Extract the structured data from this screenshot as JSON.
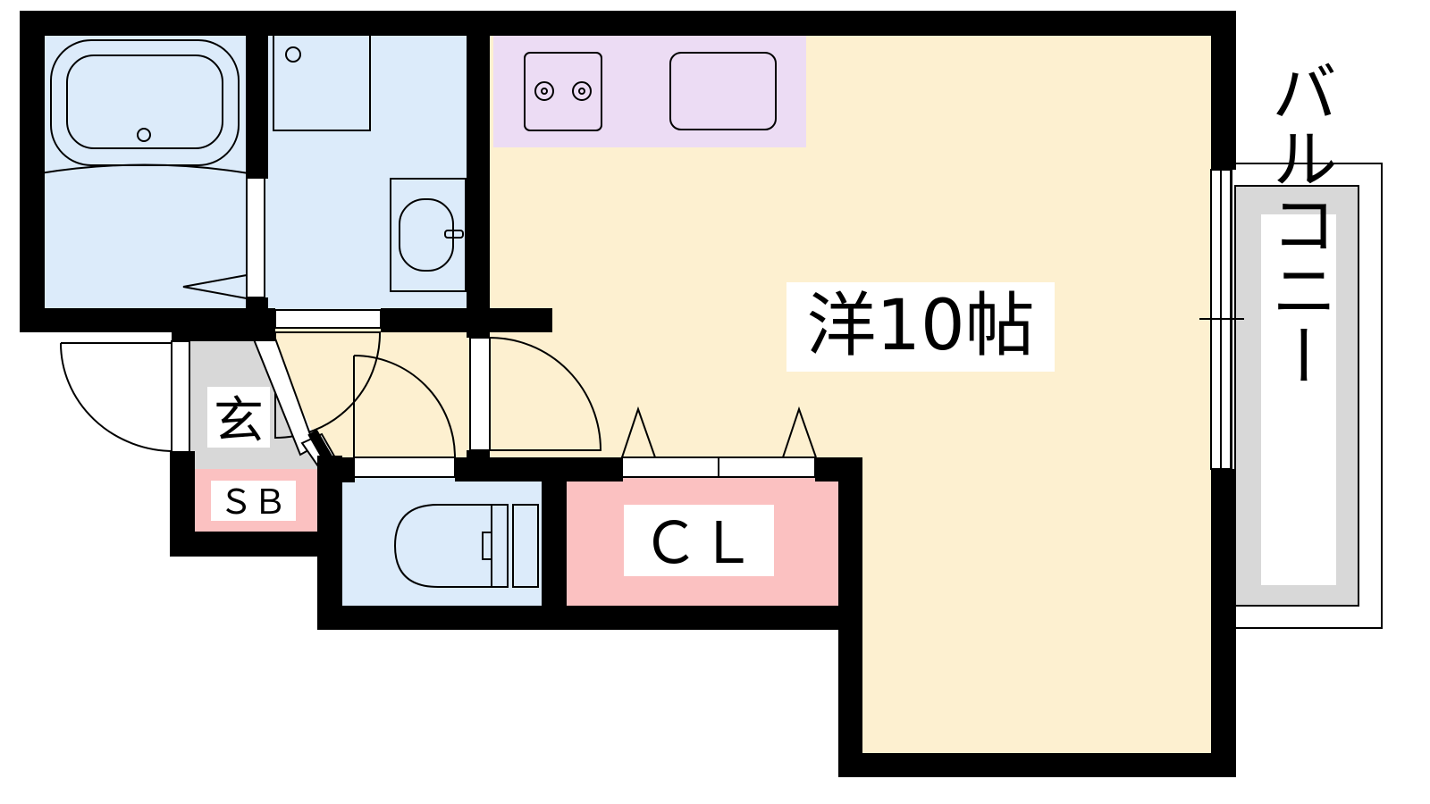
{
  "labels": {
    "western_room": "洋10帖",
    "closet": "ＣＬ",
    "entrance": "玄",
    "shoe_box": "ＳＢ",
    "balcony": "バルコニー"
  },
  "colors": {
    "room": "#fdf0d0",
    "wet_area": "#dcebfa",
    "kitchen": "#ecdcf4",
    "closet": "#fbc1c1",
    "entrance": "#d8d8d8",
    "balcony": "#d8d8d8",
    "wall": "#000000"
  }
}
